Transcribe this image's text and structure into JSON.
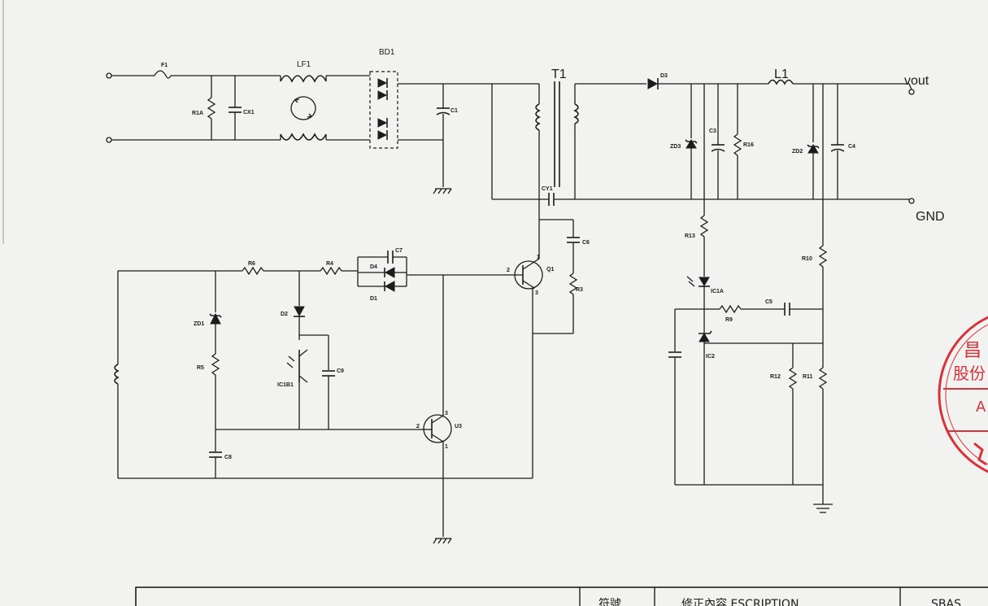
{
  "labels": {
    "F1": "F1",
    "R1A": "R1A",
    "CX1": "CX1",
    "LF1": "LF1",
    "BD1": "BD1",
    "C1": "C1",
    "T1": "T1",
    "CY1": "CY1",
    "C6": "C6",
    "Q1": "Q1",
    "R3": "R3",
    "D3": "D3",
    "L1": "L1",
    "vout": "vout",
    "GND": "GND",
    "ZD3": "ZD3",
    "C3": "C3",
    "R16": "R16",
    "ZD2": "ZD2",
    "C4": "C4",
    "R13": "R13",
    "R10": "R10",
    "IC1A": "IC1A",
    "R9": "R9",
    "C5": "C5",
    "IC2": "IC2",
    "R12": "R12",
    "R11": "R11",
    "R6": "R6",
    "R4": "R4",
    "D4": "D4",
    "C7": "C7",
    "D1": "D1",
    "ZD1": "ZD1",
    "R5": "R5",
    "D2": "D2",
    "IC1B1": "IC1B1",
    "C9": "C9",
    "C8": "C8",
    "U3": "U3",
    "pin2_q1": "2",
    "pin1_q1": "1",
    "pin3_q1": "3",
    "pin2_u3": "2",
    "pin3_u3": "3",
    "pin1_u3": "1"
  },
  "stamp": {
    "line1": "昌",
    "line2": "股份",
    "line3": "A",
    "color": "#d8323a"
  },
  "title_block": {
    "col1": "符號",
    "col2": "修正內容  ESCRIPTION",
    "col3": "SBAS"
  }
}
